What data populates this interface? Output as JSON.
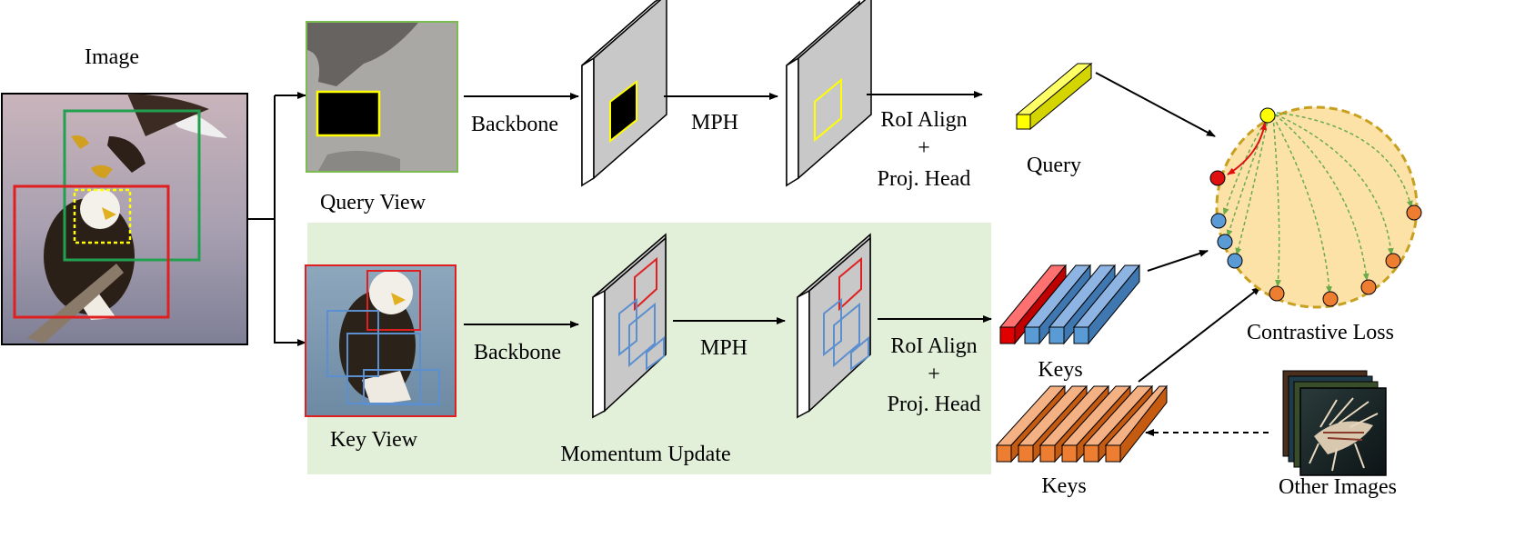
{
  "labels": {
    "image": "Image",
    "query_view": "Query View",
    "key_view": "Key View",
    "backbone_top": "Backbone",
    "backbone_bottom": "Backbone",
    "mph_top": "MPH",
    "mph_bottom": "MPH",
    "roi_top_1": "RoI Align",
    "roi_top_2": "+",
    "roi_top_3": "Proj. Head",
    "roi_bottom_1": "RoI Align",
    "roi_bottom_2": "+",
    "roi_bottom_3": "Proj. Head",
    "query": "Query",
    "keys_blue": "Keys",
    "keys_orange": "Keys",
    "momentum_update": "Momentum Update",
    "contrastive_loss": "Contrastive Loss",
    "other_images": "Other Images"
  },
  "colors": {
    "query_box": "#ffff00",
    "key_box_red": "#e02020",
    "key_box_blue": "#5b8fd0",
    "positive": "#e01010",
    "negative_blue": "#5b9bd5",
    "negative_orange": "#ed7d31",
    "loss_fill": "#fde2a8",
    "loss_border": "#c8a020",
    "momentum_bg": "#e2efd9",
    "green_box": "#22a050"
  }
}
